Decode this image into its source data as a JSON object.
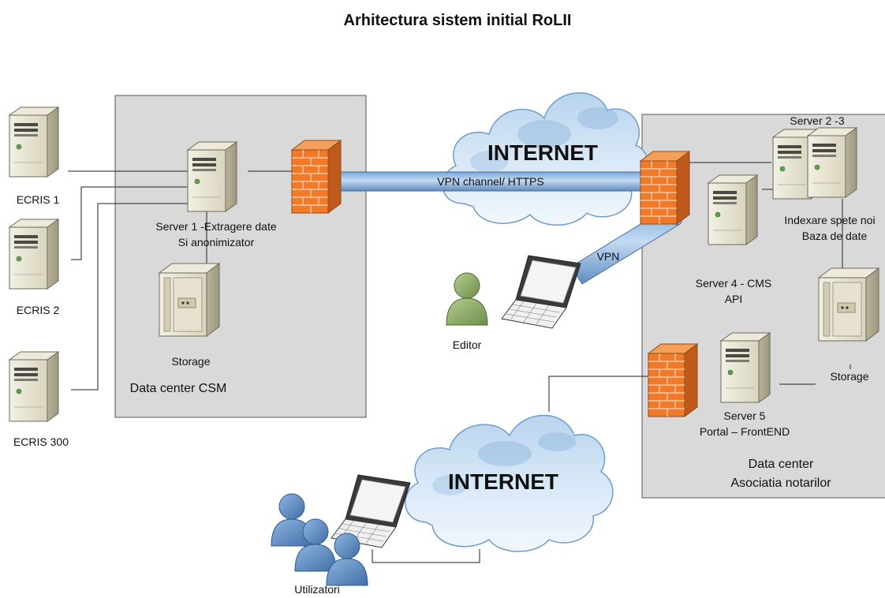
{
  "title": "Arhitectura sistem initial RoLII",
  "datacenters": {
    "csm": "Data center CSM",
    "notari_line1": "Data center",
    "notari_line2": "Asociatia notarilor"
  },
  "clients": {
    "ecris1": "ECRIS 1",
    "ecris2": "ECRIS 2",
    "ecris300": "ECRIS 300"
  },
  "servers": {
    "server1_line1": "Server 1 -Extragere date",
    "server1_line2": "Si anonimizator",
    "storage_csm": "Storage",
    "server23": "Server 2 -3",
    "server23_desc1": "Indexare spete noi",
    "server23_desc2": "Baza de date",
    "server4_line1": "Server 4 - CMS",
    "server4_line2": "API",
    "storage_notari": "Storage",
    "server5_line1": "Server 5",
    "server5_line2": "Portal – FrontEND"
  },
  "network": {
    "internet_top": "INTERNET",
    "internet_bottom": "INTERNET",
    "vpn_channel": "VPN channel/ HTTPS",
    "vpn": "VPN"
  },
  "people": {
    "editor": "Editor",
    "users": "Utilizatori"
  }
}
